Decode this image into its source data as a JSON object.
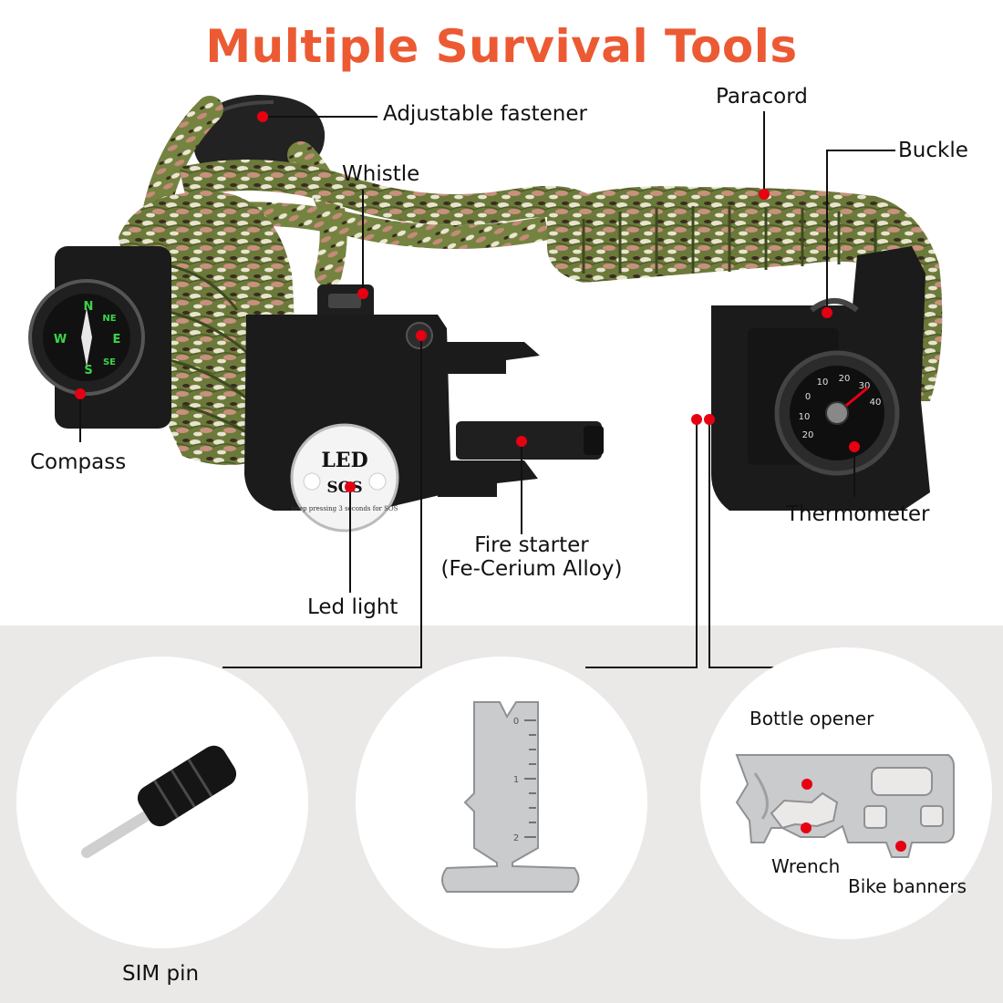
{
  "title": "Multiple Survival Tools",
  "colors": {
    "title": "#ec5a34",
    "marker": "#e60012",
    "leader_line": "#111111",
    "band_background": "#ebe8e8",
    "camo_green": "#6b7a3a",
    "camo_pink": "#c9907e",
    "camo_cream": "#e9e3cf",
    "plastic_black": "#1b1b1b"
  },
  "labels": {
    "adjustable_fastener": "Adjustable fastener",
    "paracord": "Paracord",
    "buckle": "Buckle",
    "whistle": "Whistle",
    "compass": "Compass",
    "thermometer": "Thermometer",
    "fire_starter": "Fire starter",
    "fire_starter_material": "(Fe-Cerium Alloy)",
    "led_light": "Led light",
    "sim_pin": "SIM pin",
    "bottle_opener": "Bottle opener",
    "wrench": "Wrench",
    "bike_banners": "Bike banners"
  },
  "product_print": {
    "led_badge_title": "LED",
    "led_badge_sos": "SOS",
    "led_badge_note": "keep pressing 3 seconds for SOS",
    "compass_letters": [
      "N",
      "E",
      "S",
      "W",
      "NE",
      "SE"
    ],
    "thermometer_scale": [
      "10",
      "20",
      "30",
      "40",
      "0",
      "10",
      "20"
    ],
    "card_ruler_marks": [
      "0",
      "1",
      "2"
    ]
  },
  "icons": {
    "compass": "compass-icon",
    "thermometer": "thermometer-icon",
    "whistle": "whistle-icon",
    "led": "led-light-icon",
    "fire_starter": "fire-starter-icon",
    "sim_pin": "sim-pin-icon",
    "card_tool": "ruler-card-icon",
    "multi_tool": "wrench-card-icon"
  }
}
